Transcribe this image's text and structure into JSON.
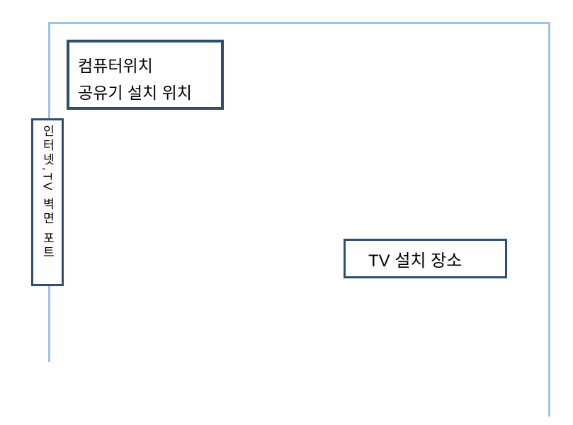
{
  "diagram": {
    "computer_box": {
      "line1": "컴퓨터위치",
      "line2": "공유기 설치 위치"
    },
    "wall_port": {
      "text": "인터넷,TV 벽면 포트"
    },
    "tv_box": {
      "text": "TV 설치 장소"
    },
    "colors": {
      "line_color": "#9dc3e6",
      "box_border": "#2e4d72",
      "text_color": "#000000",
      "bg_color": "#ffffff"
    }
  }
}
